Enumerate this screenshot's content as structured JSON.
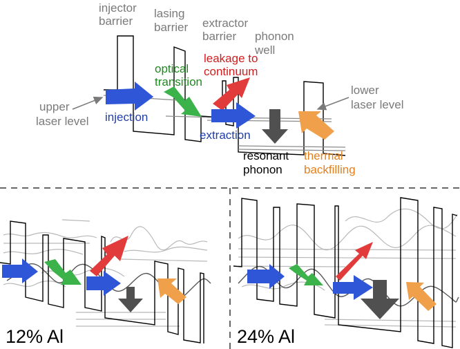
{
  "colors": {
    "gray_label": "#7a7a7a",
    "blue": "#2f56d6",
    "green": "#3cb24a",
    "red": "#e23b3b",
    "orange": "#f0a04a",
    "dark_gray": "#505050",
    "blue_text": "#1f3ea8",
    "green_text": "#1d8a1d",
    "red_text": "#d11d1d",
    "orange_text": "#e6801a"
  },
  "top_diagram": {
    "labels": {
      "injector_barrier": [
        "injector",
        "barrier"
      ],
      "lasing_barrier": [
        "lasing",
        "barrier"
      ],
      "extractor_barrier": [
        "extractor",
        "barrier"
      ],
      "phonon_well": [
        "phonon",
        "well"
      ],
      "upper_laser_level": [
        "upper",
        "laser level"
      ],
      "lower_laser_level": [
        "lower",
        "laser level"
      ],
      "injection": "injection",
      "optical_transition": [
        "optical",
        "transition"
      ],
      "leakage": [
        "leakage to",
        "continuum"
      ],
      "extraction": "extraction",
      "resonant_phonon": [
        "resonant",
        "phonon"
      ],
      "thermal_backfilling": [
        "thermal",
        "backfilling"
      ]
    }
  },
  "bottom_left": {
    "label": "12% Al"
  },
  "bottom_right": {
    "label": "24% Al"
  }
}
